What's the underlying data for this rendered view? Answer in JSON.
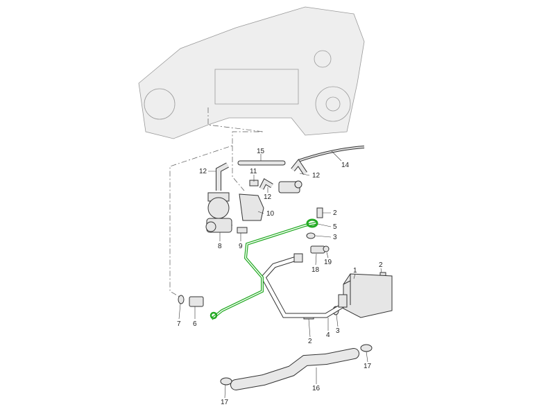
{
  "diagram": {
    "highlight_color": "#22aa22",
    "callouts": [
      {
        "id": "15",
        "text": "15"
      },
      {
        "id": "14",
        "text": "14"
      },
      {
        "id": "12a",
        "text": "12"
      },
      {
        "id": "11",
        "text": "11"
      },
      {
        "id": "12b",
        "text": "12"
      },
      {
        "id": "12c",
        "text": "12"
      },
      {
        "id": "10",
        "text": "10"
      },
      {
        "id": "2a",
        "text": "2"
      },
      {
        "id": "5",
        "text": "5"
      },
      {
        "id": "3a",
        "text": "3"
      },
      {
        "id": "8",
        "text": "8"
      },
      {
        "id": "9",
        "text": "9"
      },
      {
        "id": "19",
        "text": "19"
      },
      {
        "id": "18",
        "text": "18"
      },
      {
        "id": "1",
        "text": "1"
      },
      {
        "id": "2b",
        "text": "2"
      },
      {
        "id": "7",
        "text": "7"
      },
      {
        "id": "6",
        "text": "6"
      },
      {
        "id": "4",
        "text": "4"
      },
      {
        "id": "3b",
        "text": "3"
      },
      {
        "id": "2c",
        "text": "2"
      },
      {
        "id": "17a",
        "text": "17"
      },
      {
        "id": "16",
        "text": "16"
      },
      {
        "id": "17b",
        "text": "17"
      }
    ]
  }
}
